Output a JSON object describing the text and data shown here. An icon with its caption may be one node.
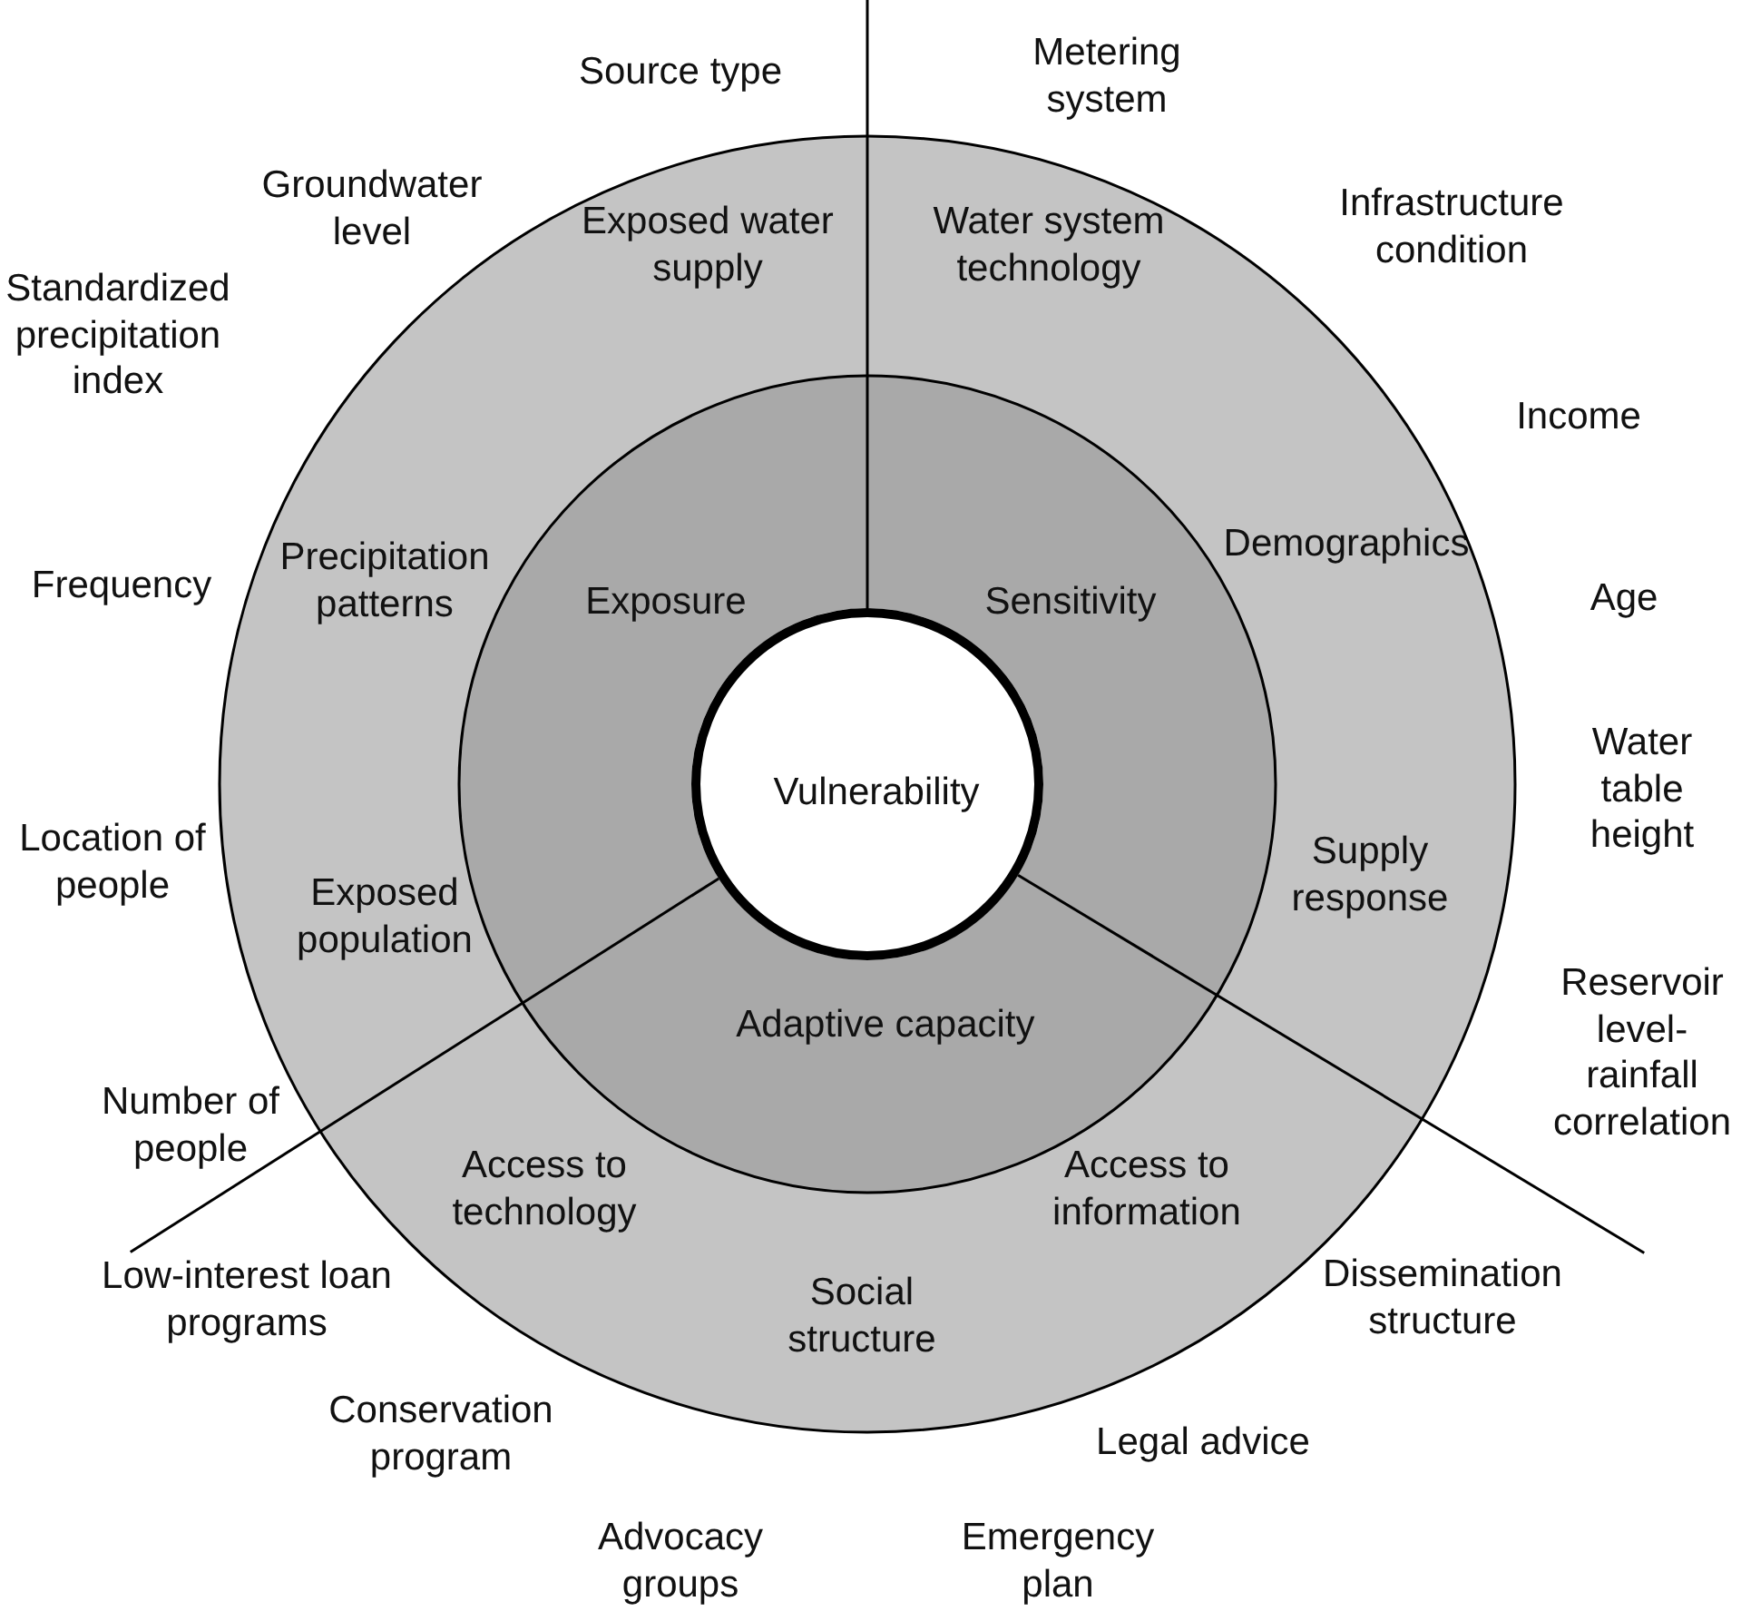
{
  "diagram": {
    "nodes": [
      {
        "text": [
          "Vulnerability"
        ]
      },
      {
        "text": [
          "Exposure"
        ]
      },
      {
        "text": [
          "Sensitivity"
        ]
      },
      {
        "text": [
          "Adaptive capacity"
        ]
      },
      {
        "text": [
          "Exposed water supply",
          "Precipitation patterns",
          "Exposed population"
        ]
      },
      {
        "text": [
          "Water system technology",
          "Demographics",
          "Supply response"
        ]
      },
      {
        "text": [
          "Access to technology",
          "Social structure",
          "Access to information"
        ]
      }
    ],
    "labels": [
      "Source type",
      "Metering system",
      "Groundwater level",
      "Infrastructure condition",
      "Standardized precipitation index",
      "Income",
      "Frequency",
      "Age",
      "Water table height",
      "Location of people",
      "Reservoir level-rainfall correlation",
      "Number of people",
      "Low-interest loan programs",
      "Dissemination structure",
      "Conservation program",
      "Legal advice",
      "Advocacy groups",
      "Emergency plan"
    ]
  }
}
